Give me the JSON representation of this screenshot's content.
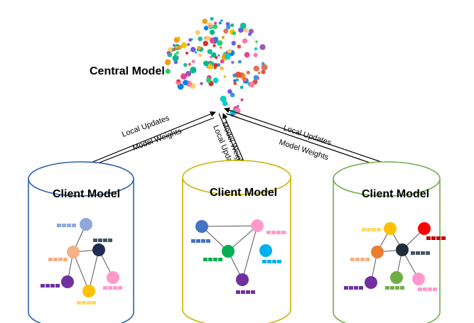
{
  "central": {
    "label": "Central Model",
    "node_colors": [
      "#e74c3c",
      "#f39c12",
      "#f1c40f",
      "#2ecc71",
      "#1abc9c",
      "#3498db",
      "#9b59b6",
      "#e84393",
      "#fd79a8",
      "#00cec9",
      "#6c5ce7",
      "#fdcb6e",
      "#e17055",
      "#0984e3",
      "#00b894",
      "#d63031"
    ]
  },
  "arrows": {
    "local_updates": "Local Updates",
    "model_weights": "Model Weights"
  },
  "clients": [
    {
      "title": "Client Model",
      "border_color": "#2e5fae",
      "nodes": [
        {
          "id": "a",
          "color": "#8fa8db"
        },
        {
          "id": "b",
          "color": "#f4b183"
        },
        {
          "id": "c",
          "color": "#1f2d52"
        },
        {
          "id": "d",
          "color": "#7030a0"
        },
        {
          "id": "e",
          "color": "#ffc000"
        },
        {
          "id": "f",
          "color": "#ff99cc"
        }
      ],
      "tag_colors": [
        "#8fa8db",
        "#44546a",
        "#f4b183",
        "#7030a0",
        "#ffd966",
        "#ff99cc"
      ]
    },
    {
      "title": "Client Model",
      "border_color": "#c9b300",
      "nodes": [
        {
          "id": "a",
          "color": "#4472c4"
        },
        {
          "id": "b",
          "color": "#ff99cc"
        },
        {
          "id": "c",
          "color": "#00b050"
        },
        {
          "id": "d",
          "color": "#00b0f0"
        },
        {
          "id": "e",
          "color": "#7030a0"
        }
      ],
      "tag_colors": [
        "#4472c4",
        "#ff99cc",
        "#00b050",
        "#00b0f0",
        "#7030a0"
      ]
    },
    {
      "title": "Client Model",
      "border_color": "#70ad47",
      "nodes": [
        {
          "id": "a",
          "color": "#ffc000"
        },
        {
          "id": "b",
          "color": "#ff0000"
        },
        {
          "id": "c",
          "color": "#ed7d31"
        },
        {
          "id": "d",
          "color": "#1f2d3d"
        },
        {
          "id": "e",
          "color": "#70ad47"
        },
        {
          "id": "f",
          "color": "#ff99cc"
        },
        {
          "id": "g",
          "color": "#7030a0"
        }
      ],
      "tag_colors": [
        "#ffd966",
        "#c00000",
        "#f4b183",
        "#44546a",
        "#70ad47",
        "#ff99cc",
        "#7030a0"
      ]
    }
  ]
}
